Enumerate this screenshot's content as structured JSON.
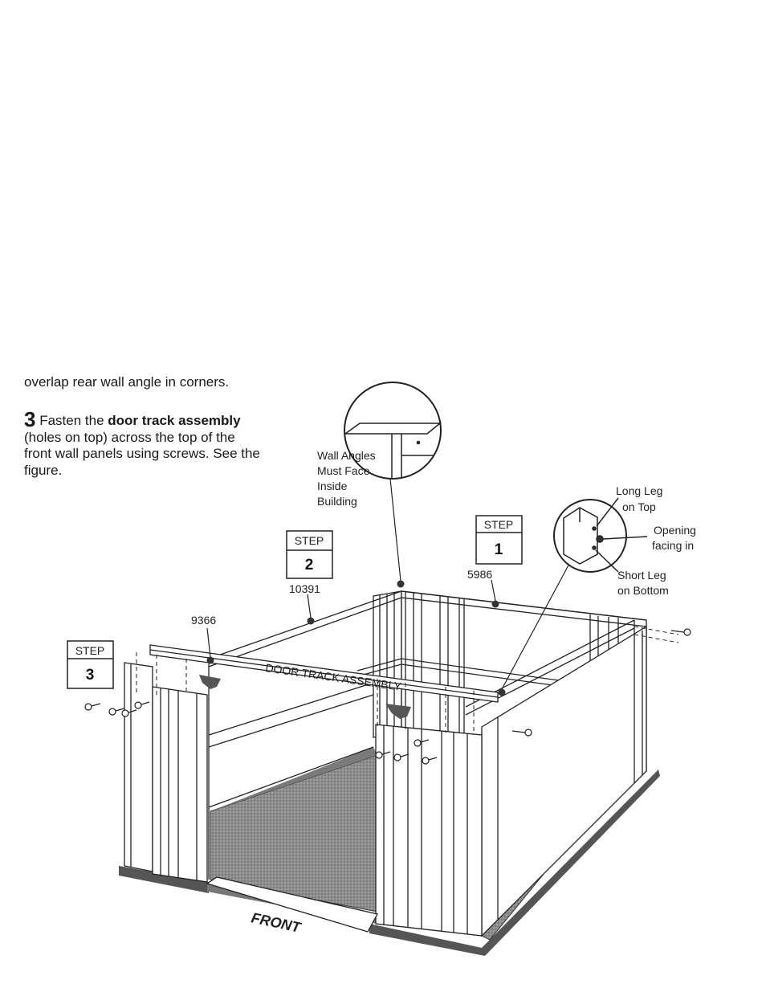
{
  "text": {
    "intro_line": "overlap rear wall angle in corners.",
    "step3_number": "3",
    "step3_before": " Fasten the ",
    "step3_bold": "door track assembly",
    "step3_after": " (holes on top) across the top of the front wall panels using screws.  See the figure."
  },
  "callouts": {
    "wall_angles": [
      "Wall Angles",
      "Must Face",
      "Inside",
      "Building"
    ],
    "long_leg": [
      "Long Leg",
      "on Top"
    ],
    "opening": [
      "Opening",
      "facing in"
    ],
    "short_leg": [
      "Short Leg",
      "on Bottom"
    ]
  },
  "steps": [
    {
      "label": "STEP",
      "number": "1"
    },
    {
      "label": "STEP",
      "number": "2"
    },
    {
      "label": "STEP",
      "number": "3"
    }
  ],
  "part_numbers": {
    "p5986": "5986",
    "p10391": "10391",
    "p9366": "9366"
  },
  "door_track_label": "DOOR TRACK ASSEMBLY",
  "front_label": "FRONT"
}
